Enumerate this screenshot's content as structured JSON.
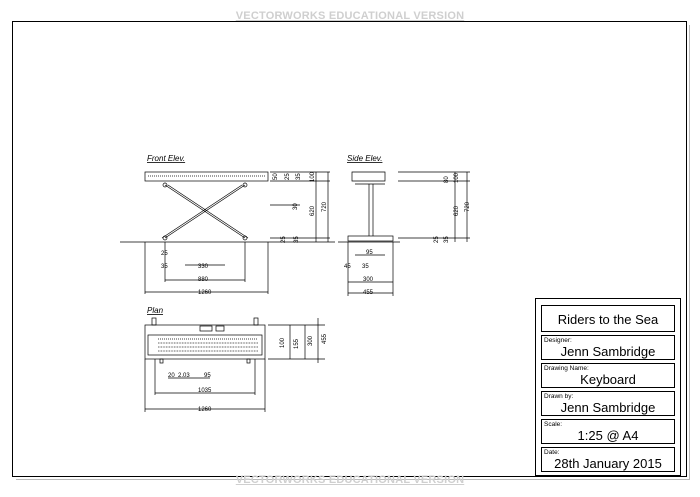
{
  "watermark": "VECTORWORKS EDUCATIONAL VERSION",
  "views": {
    "front_label": "Front Elev.",
    "side_label": "Side Elev.",
    "plan_label": "Plan"
  },
  "dimensions": {
    "front": {
      "d1": "25",
      "d2": "35",
      "d3": "330",
      "d4": "880",
      "d5": "1260"
    },
    "front_stack": {
      "a": "50",
      "b": "25",
      "c": "35",
      "d": "100",
      "e": "30",
      "f": "620",
      "g": "720",
      "h": "25",
      "i": "35"
    },
    "side": {
      "d1": "95",
      "d2": "45",
      "d3": "35",
      "d4": "300",
      "d5": "455"
    },
    "side_stack": {
      "a": "80",
      "b": "100",
      "c": "620",
      "d": "720",
      "e": "25",
      "f": "35"
    },
    "plan": {
      "d1": "20",
      "d2": "2.03",
      "d3": "95",
      "d4": "1035",
      "d5": "1260"
    },
    "plan_stack": {
      "a": "100",
      "b": "155",
      "c": "300",
      "d": "455"
    }
  },
  "title_block": {
    "project": "Riders to the Sea",
    "designer_label": "Designer:",
    "designer": "Jenn Sambridge",
    "drawing_name_label": "Drawing Name:",
    "drawing_name": "Keyboard",
    "drawn_by_label": "Drawn by:",
    "drawn_by": "Jenn Sambridge",
    "scale_label": "Scale:",
    "scale": "1:25 @ A4",
    "date_label": "Date:",
    "date": "28th January 2015"
  }
}
